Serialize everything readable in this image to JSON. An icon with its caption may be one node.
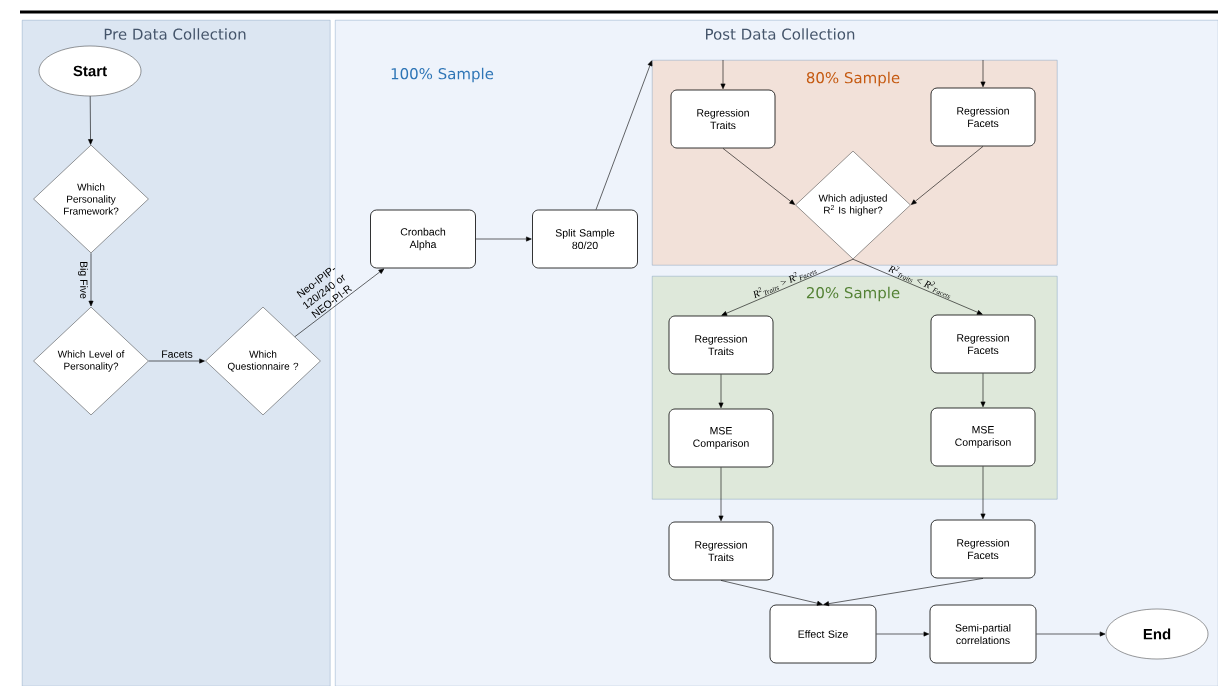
{
  "diagram": {
    "nodes": [
      {
        "text": [
          "Pre Data Collection"
        ]
      },
      {
        "text": [
          "Start"
        ],
        "in": 0
      },
      {
        "text": [
          "Which Personality Framework?"
        ],
        "in": 0
      },
      {
        "text": [
          "Which Level of Personality?"
        ],
        "in": 0
      },
      {
        "text": [
          "Which Questionnaire ?"
        ],
        "in": 0
      },
      {
        "text": [
          "Post Data Collection",
          "100% Sample"
        ]
      },
      {
        "text": [
          "Cronbach Alpha"
        ],
        "in": 5
      },
      {
        "text": [
          "Split Sample 80/20"
        ],
        "in": 5
      },
      {
        "text": [
          "80% Sample"
        ],
        "in": 5
      },
      {
        "text": [
          "Regression Traits"
        ],
        "in": 8
      },
      {
        "text": [
          "Regression Facets"
        ],
        "in": 8
      },
      {
        "text": [
          "Which adjusted R$^{2}$ Is higher?"
        ],
        "in": 8
      },
      {
        "text": [
          "20% Sample"
        ],
        "in": 5
      },
      {
        "text": [
          "Regression Traits"
        ],
        "in": 12
      },
      {
        "text": [
          "Regression Facets"
        ],
        "in": 12
      },
      {
        "text": [
          "MSE Comparison"
        ],
        "in": 12
      },
      {
        "text": [
          "MSE Comparison"
        ],
        "in": 12
      },
      {
        "text": [
          "Regression Traits"
        ],
        "in": 5
      },
      {
        "text": [
          "Regression Facets"
        ],
        "in": 5
      },
      {
        "text": [
          "Effect Size"
        ],
        "in": 5
      },
      {
        "text": [
          "Semi-partial correlations"
        ],
        "in": 5
      },
      {
        "text": [
          "End"
        ],
        "in": 5
      }
    ],
    "edges": [
      {
        "from": 1,
        "to": 2,
        "arrow": "to"
      },
      {
        "from": 2,
        "to": 3,
        "arrow": "to",
        "label": "Big Five"
      },
      {
        "from": 3,
        "to": 4,
        "arrow": "to",
        "label": "Facets"
      },
      {
        "from": 4,
        "to": 6,
        "arrow": "to",
        "label": "Neo-IPIP-120/240 or NEO-PI-R"
      },
      {
        "from": 6,
        "to": 7,
        "arrow": "to"
      },
      {
        "from": 7,
        "to": 8,
        "arrow": "to"
      },
      {
        "from": null,
        "to": 9,
        "arrow": "to"
      },
      {
        "from": null,
        "to": 10,
        "arrow": "to"
      },
      {
        "from": 9,
        "to": 11,
        "arrow": "to"
      },
      {
        "from": 10,
        "to": 11,
        "arrow": "to"
      },
      {
        "from": 11,
        "to": 13,
        "arrow": "to",
        "label": "R$^{2}$$_{Traits}$ > R$^{2}$$_{Facets}$"
      },
      {
        "from": 11,
        "to": 14,
        "arrow": "to",
        "label": "R$^{2}$$_{Traits}$ < R$^{2}$$_{Facets}$"
      },
      {
        "from": 13,
        "to": 15,
        "arrow": "to"
      },
      {
        "from": 14,
        "to": 16,
        "arrow": "to"
      },
      {
        "from": 15,
        "to": 17,
        "arrow": "to"
      },
      {
        "from": 16,
        "to": 18,
        "arrow": "to"
      },
      {
        "from": 17,
        "to": 19,
        "arrow": "to"
      },
      {
        "from": 18,
        "to": 19,
        "arrow": "to"
      },
      {
        "from": 19,
        "to": 20,
        "arrow": "to"
      },
      {
        "from": 20,
        "to": 21,
        "arrow": "to"
      }
    ]
  }
}
